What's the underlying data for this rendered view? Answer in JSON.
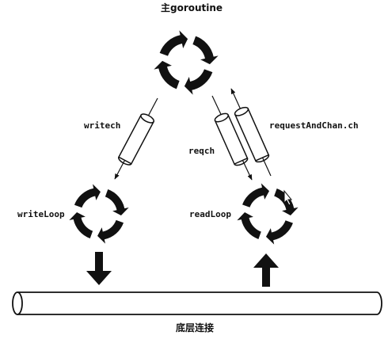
{
  "labels": {
    "main_goroutine": "主goroutine",
    "writech": "writech",
    "writeloop": "writeLoop",
    "reqch": "reqch",
    "requestandchan": "requestAndChan.ch",
    "readloop": "readLoop",
    "bottom_connection": "底层连接"
  },
  "colors": {
    "stroke": "#111111",
    "background": "#ffffff"
  }
}
